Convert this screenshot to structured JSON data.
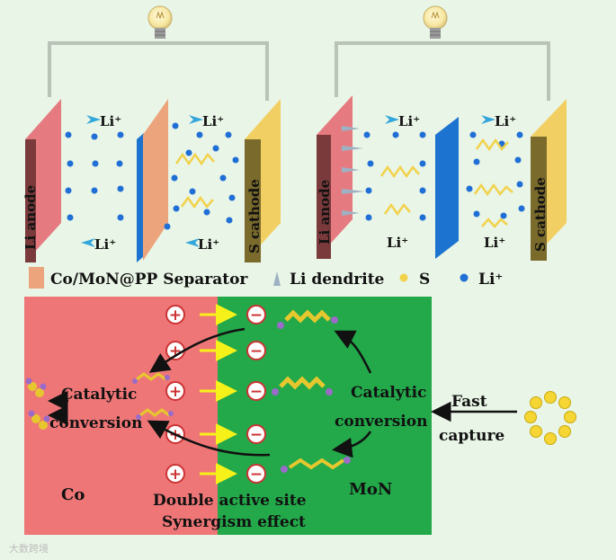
{
  "colors": {
    "background": "#e9f5e6",
    "anode": "#e57b80",
    "anode_dark": "#7a3a3c",
    "cathode": "#f2cf62",
    "cathode_dark": "#7a6a2c",
    "separator_blue": "#1c74d0",
    "separator_coating": "#eba47c",
    "li_ion": "#1f6fd6",
    "sulfur": "#f2d24c",
    "co_region": "#ef7677",
    "mon_region": "#23a84a",
    "arrow_yellow": "#f7f11a"
  },
  "icons": {
    "bulb": "lightbulb-icon",
    "li_arrow": "li-ion-arrow-icon",
    "polysulfide": "polysulfide-chain-icon",
    "s8_ring": "s8-ring-icon"
  },
  "left_cell": {
    "anode_label": "Li anode",
    "cathode_label": "S cathode",
    "ion_labels": [
      "Li⁺",
      "Li⁺",
      "Li⁺",
      "Li⁺"
    ]
  },
  "right_cell": {
    "anode_label": "Li anode",
    "cathode_label": "S cathode",
    "ion_labels": [
      "Li⁺",
      "Li⁺",
      "Li⁺",
      "Li⁺"
    ]
  },
  "legend": {
    "separator": "Co/MoN@PP Separator",
    "dendrite": "Li dendrite",
    "sulfur": "S",
    "li_ion": "Li⁺"
  },
  "mechanism": {
    "left_catalytic_line1": "Catalytic",
    "left_catalytic_line2": "conversion",
    "right_catalytic_line1": "Catalytic",
    "right_catalytic_line2": "conversion",
    "fast_line1": "Fast",
    "fast_line2": "capture",
    "co_label": "Co",
    "mon_label": "MoN",
    "synergy_line1": "Double active site",
    "synergy_line2": "Synergism effect",
    "plus_sign": "+",
    "minus_sign": "−"
  },
  "watermark": "大数跨境"
}
